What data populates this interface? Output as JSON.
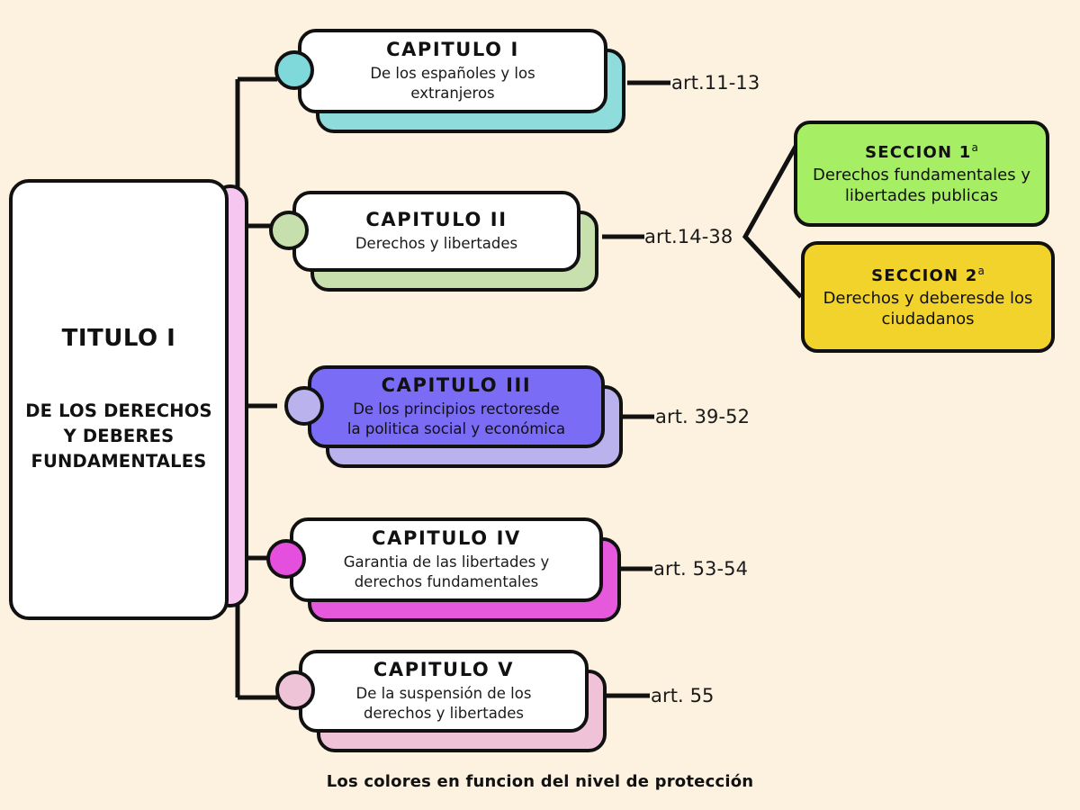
{
  "background_color": "#FDF1E0",
  "ink_color": "#111111",
  "title_node": {
    "name": "TITULO I",
    "subtitle": "DE LOS DERECHOS\nY DEBERES\nFUNDAMENTALES",
    "subtitle_lines": [
      "DE LOS DERECHOS",
      "Y DEBERES",
      "FUNDAMENTALES"
    ],
    "accent_color": "#F7C6F0",
    "fill_color": "#FFFFFF"
  },
  "chapters": [
    {
      "id": "capitulo-1",
      "title": "CAPITULO I",
      "description": "De los españoles y los extranjeros",
      "description_lines": [
        "De los españoles y los",
        "extranjeros"
      ],
      "articles": "art.11-13",
      "card_fill": "#FFFFFF",
      "shadow_color": "#8FDCDC",
      "dot_color": "#7FD9DB",
      "text_color": "#1a1a1a"
    },
    {
      "id": "capitulo-2",
      "title": "CAPITULO II",
      "description": "Derechos y libertades",
      "description_lines": [
        "Derechos y libertades"
      ],
      "articles": "art.14-38",
      "card_fill": "#FFFFFF",
      "shadow_color": "#C8DFAE",
      "dot_color": "#C6DFAC",
      "text_color": "#1a1a1a"
    },
    {
      "id": "capitulo-3",
      "title": "CAPITULO III",
      "description": "De los principios rectoresde la politica social y económica",
      "description_lines": [
        "De los principios rectoresde",
        "la politica social y económica"
      ],
      "articles": "art. 39-52",
      "card_fill": "#7B6CF6",
      "shadow_color": "#B9B2EC",
      "dot_color": "#B9B2EC",
      "text_color": "#111111"
    },
    {
      "id": "capitulo-4",
      "title": "CAPITULO IV",
      "description": "Garantia de las libertades y derechos fundamentales",
      "description_lines": [
        "Garantia de las libertades y",
        "derechos fundamentales"
      ],
      "articles": "art. 53-54",
      "card_fill": "#FFFFFF",
      "shadow_color": "#E659DD",
      "dot_color": "#E54FDD",
      "text_color": "#1a1a1a"
    },
    {
      "id": "capitulo-5",
      "title": "CAPITULO V",
      "description": "De la suspensión de los derechos y libertades",
      "description_lines": [
        "De la suspensión de los",
        "derechos y libertades"
      ],
      "articles": "art. 55",
      "card_fill": "#FFFFFF",
      "shadow_color": "#EFC2D7",
      "dot_color": "#EEC3D8",
      "text_color": "#1a1a1a"
    }
  ],
  "sections": [
    {
      "id": "seccion-1",
      "title": "SECCION 1",
      "ordinal": "a",
      "description": "Derechos fundamentales y libertades publicas",
      "description_lines": [
        "Derechos fundamentales y",
        "libertades publicas"
      ],
      "fill_color": "#A6EE63",
      "parent": "art.14-38"
    },
    {
      "id": "seccion-2",
      "title": "SECCION 2",
      "ordinal": "a",
      "description": "Derechos y deberesde los ciudadanos",
      "description_lines": [
        "Derechos y deberesde los",
        "ciudadanos"
      ],
      "fill_color": "#F2D32C",
      "parent": "art.14-38"
    }
  ],
  "caption": "Los colores en funcion del nivel de protección"
}
